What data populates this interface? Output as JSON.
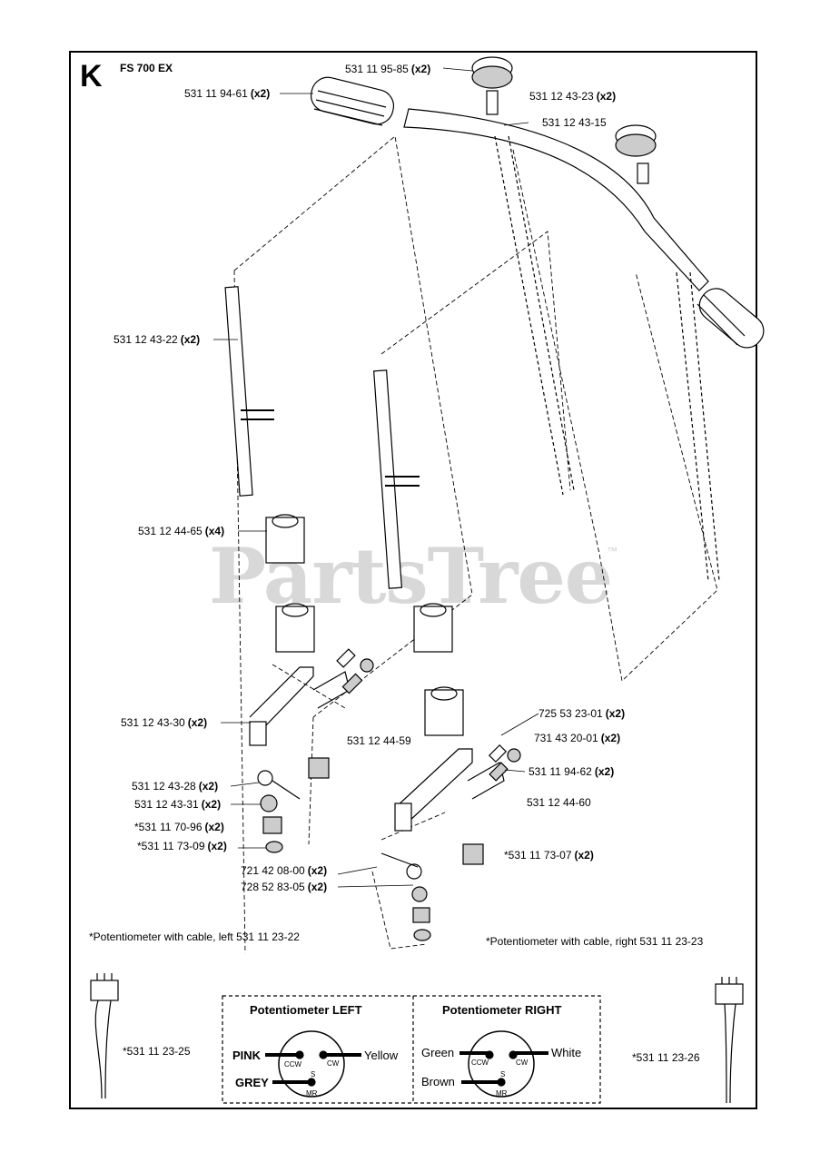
{
  "header": {
    "section_letter": "K",
    "model": "FS 700 EX"
  },
  "watermark": {
    "text": "PartsTree",
    "tm": "™"
  },
  "parts": [
    {
      "id": "p1",
      "number": "531 11 95-85",
      "qty": "(x2)"
    },
    {
      "id": "p2",
      "number": "531 11 94-61",
      "qty": "(x2)"
    },
    {
      "id": "p3",
      "number": "531 12 43-23",
      "qty": "(x2)"
    },
    {
      "id": "p4",
      "number": "531 12 43-15",
      "qty": ""
    },
    {
      "id": "p5",
      "number": "531 12 43-22",
      "qty": "(x2)"
    },
    {
      "id": "p6",
      "number": "531 12 44-65",
      "qty": "(x4)"
    },
    {
      "id": "p7",
      "number": "531 12 43-30",
      "qty": "(x2)"
    },
    {
      "id": "p8",
      "number": "531 12 44-59",
      "qty": ""
    },
    {
      "id": "p9",
      "number": "725 53 23-01",
      "qty": "(x2)"
    },
    {
      "id": "p10",
      "number": "731 43 20-01",
      "qty": "(x2)"
    },
    {
      "id": "p11",
      "number": "531 11 94-62",
      "qty": "(x2)"
    },
    {
      "id": "p12",
      "number": "531 12 43-28",
      "qty": "(x2)"
    },
    {
      "id": "p13",
      "number": "531 12 43-31",
      "qty": "(x2)"
    },
    {
      "id": "p14",
      "number": "531 12 44-60",
      "qty": ""
    },
    {
      "id": "p15",
      "number": "*531 11 70-96",
      "qty": "(x2)"
    },
    {
      "id": "p16",
      "number": "*531 11 73-09",
      "qty": "(x2)"
    },
    {
      "id": "p17",
      "number": "*531 11 73-07",
      "qty": "(x2)"
    },
    {
      "id": "p18",
      "number": "721 42 08-00",
      "qty": "(x2)"
    },
    {
      "id": "p19",
      "number": "728 52 83-05",
      "qty": "(x2)"
    }
  ],
  "notes": {
    "left": "*Potentiometer with cable, left 531 11 23-22",
    "right": "*Potentiometer with cable, right 531 11 23-23",
    "cable_left": "*531 11 23-25",
    "cable_right": "*531 11 23-26"
  },
  "potentiometers": {
    "left": {
      "title": "Potentiometer LEFT",
      "wires": {
        "ccw": "PINK",
        "cw": "Yellow",
        "mr": "GREY"
      },
      "pins": {
        "ccw": "CCW",
        "cw": "CW",
        "s": "S",
        "mr": "MR"
      }
    },
    "right": {
      "title": "Potentiometer RIGHT",
      "wires": {
        "ccw": "Green",
        "cw": "White",
        "mr": "Brown"
      },
      "pins": {
        "ccw": "CCW",
        "cw": "CW",
        "s": "S",
        "mr": "MR"
      }
    }
  }
}
